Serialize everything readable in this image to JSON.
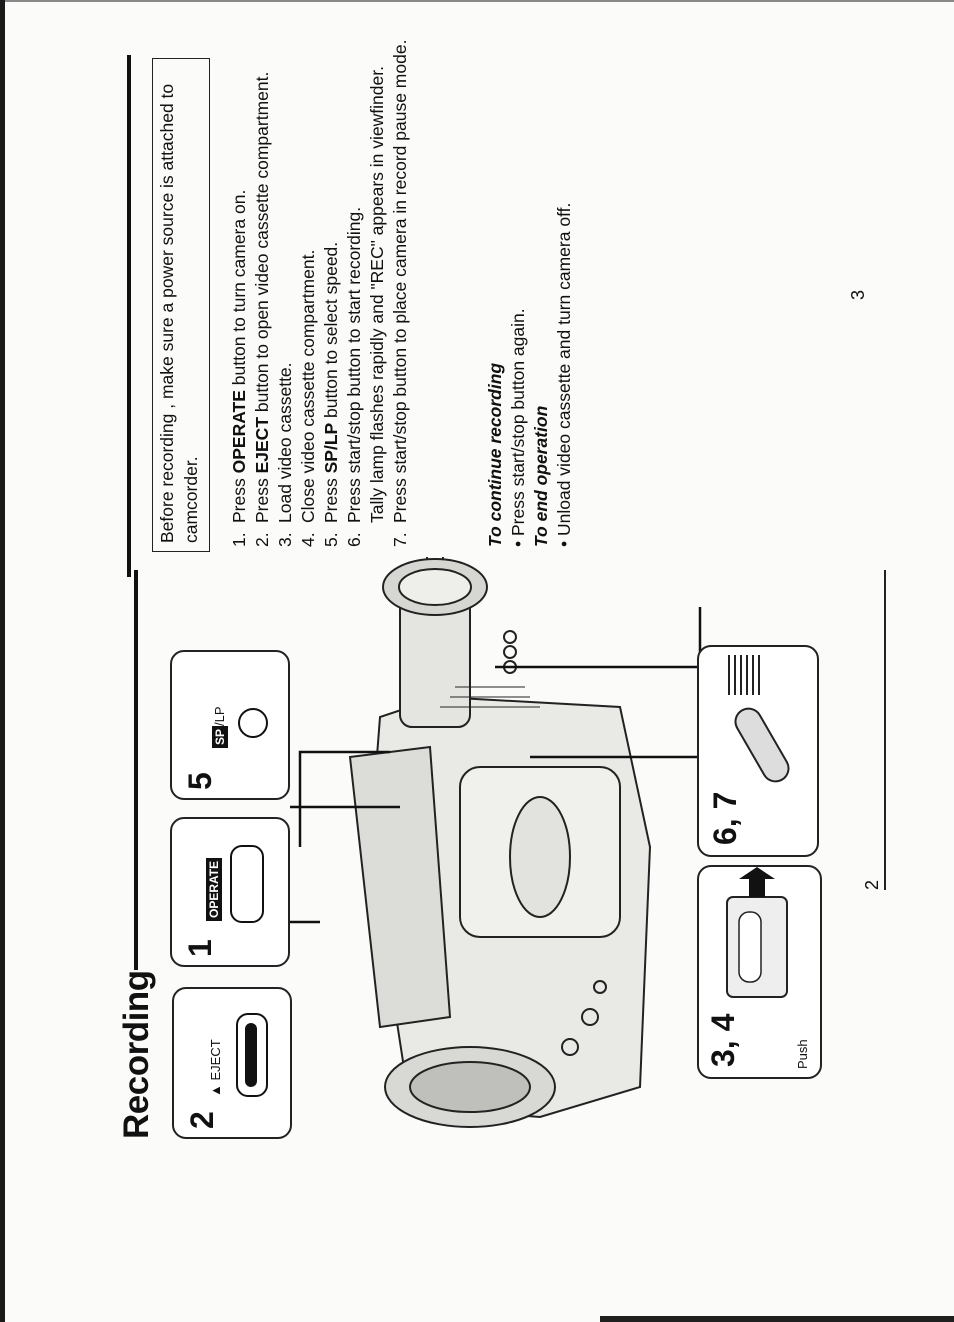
{
  "title": "Recording",
  "note": "Before recording , make sure a power source is attached to camcorder.",
  "steps": [
    {
      "num": "1.",
      "pre": "Press ",
      "bold": "OPERATE",
      "post": " button to turn camera on."
    },
    {
      "num": "2.",
      "pre": "Press ",
      "bold": "EJECT",
      "post": " button to open video cassette compartment."
    },
    {
      "num": "3.",
      "pre": "Load video cassette.",
      "bold": "",
      "post": ""
    },
    {
      "num": "4.",
      "pre": "Close video cassette compartment.",
      "bold": "",
      "post": ""
    },
    {
      "num": "5.",
      "pre": "Press ",
      "bold": "SP/LP",
      "post": " button to select speed."
    },
    {
      "num": "6.",
      "pre": "Press start/stop button to start recording.",
      "bold": "",
      "post": "",
      "extra": "Tally lamp flashes rapidly and \"REC\" appears in viewfinder."
    },
    {
      "num": "7.",
      "pre": "Press start/stop button to place camera in record pause mode.",
      "bold": "",
      "post": ""
    }
  ],
  "continue": {
    "heading": "To continue recording",
    "text": "• Press start/stop button again."
  },
  "end": {
    "heading": "To end operation",
    "text": "• Unload video cassette and turn camera off."
  },
  "callouts": {
    "eject": {
      "number": "2",
      "label": "EJECT"
    },
    "operate": {
      "number": "1",
      "label": "OPERATE"
    },
    "splp": {
      "number": "5",
      "label_sp": "SP",
      "label_lp": "/LP"
    },
    "cassette": {
      "number": "3, 4",
      "label": "Push"
    },
    "startstop": {
      "number": "6, 7"
    }
  },
  "page_numbers": {
    "left": "2",
    "right": "3"
  }
}
